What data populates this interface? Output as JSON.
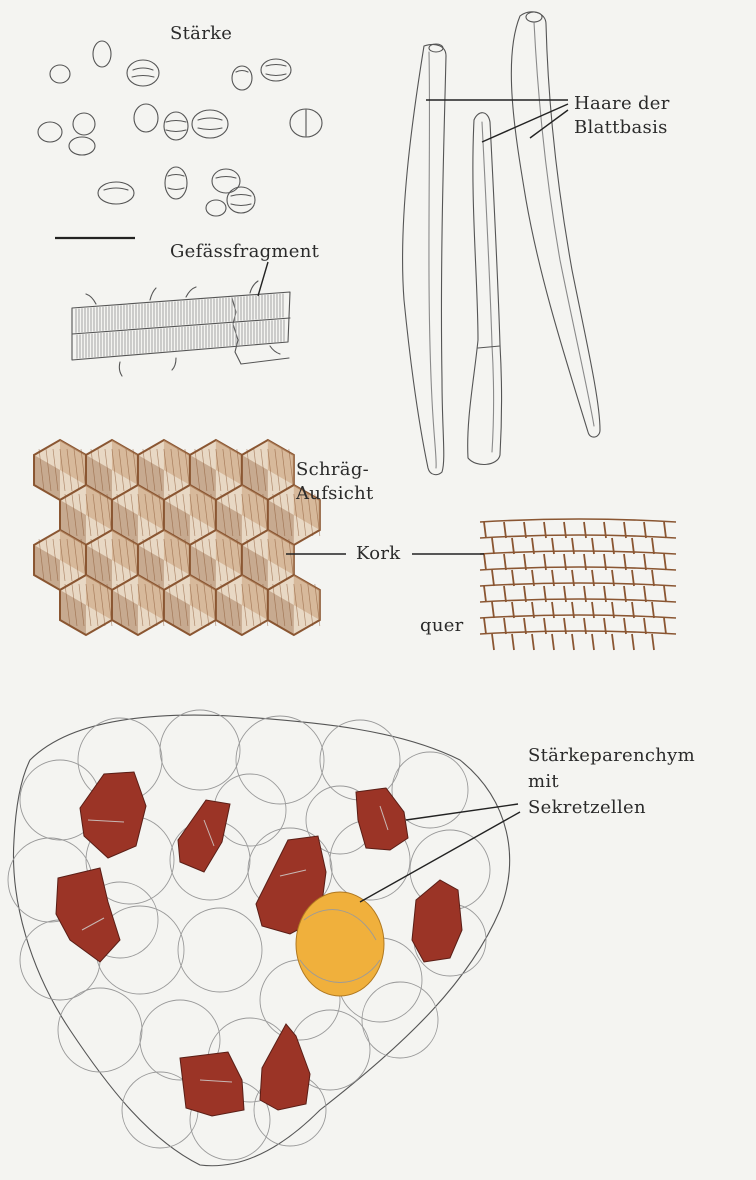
{
  "labels": {
    "starch": "Stärke",
    "vessel_fragment": "Gefässfragment",
    "hairs_line1": "Haare der",
    "hairs_line2": "Blattbasis",
    "oblique_line1": "Schräg-",
    "oblique_line2": "Aufsicht",
    "cork": "Kork",
    "transverse": "quer",
    "parenchyma_line1": "Stärkeparenchym",
    "parenchyma_line2": "mit",
    "parenchyma_line3": "Sekretzellen"
  },
  "colors": {
    "background": "#f4f4f1",
    "pencil": "#555555",
    "cork_brown": "#8a5632",
    "cork_light": "#c9a07a",
    "secretory_cell_red": "#9b3426",
    "oil_cell_yellow": "#f0b03c"
  }
}
